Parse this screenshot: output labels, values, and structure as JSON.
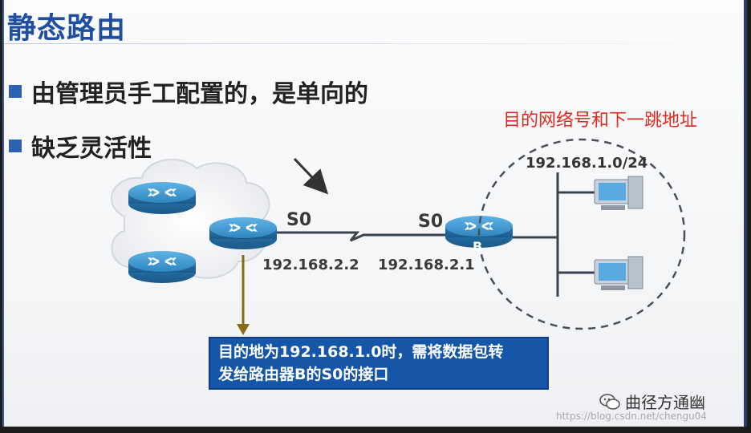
{
  "title": "静态路由",
  "bullets": [
    "由管理员手工配置的，是单向的",
    "缺乏灵活性"
  ],
  "diagram": {
    "dest_label": "目的网络号和下一跳地址",
    "network": "192.168.1.0/24",
    "s0_left": "S0",
    "s0_right": "S0",
    "ip_left": "192.168.2.2",
    "ip_right": "192.168.2.1",
    "router_b": "B",
    "callout_line1": "目的地为192.168.1.0时，需将数据包转",
    "callout_line2": "发给路由器B的S0的接口",
    "colors": {
      "title": "#1f4f9e",
      "accent_red": "#e12a1f",
      "callout_bg": "#1556a8",
      "router": "#2f86bf",
      "arrow_brown": "#8a6a1a"
    }
  },
  "watermark": {
    "brand": "曲径方通幽",
    "url": "https://blog.csdn.net/chengu04",
    "icon": "wechat-icon"
  }
}
